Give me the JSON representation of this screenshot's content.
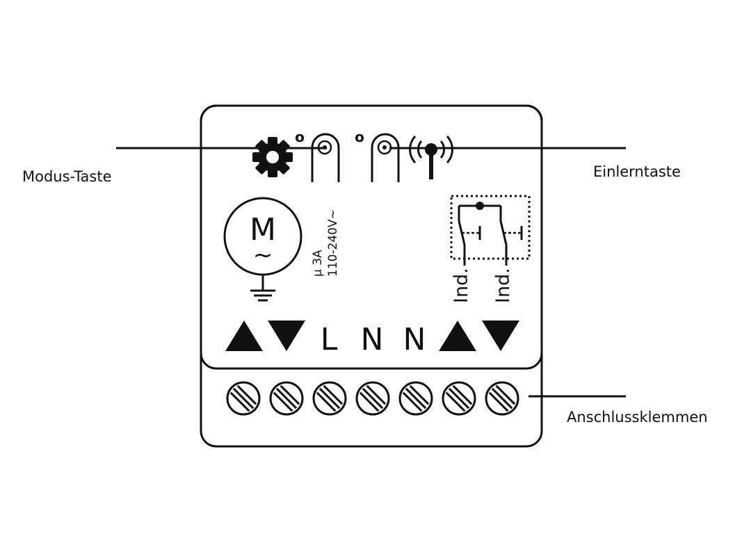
{
  "callouts": {
    "mode_button": "Modus-Taste",
    "learn_button": "Einlerntaste",
    "terminals": "Anschlussklemmen"
  },
  "device": {
    "motor_symbol": "M",
    "motor_tilde": "~",
    "rating_current": "µ 3A",
    "rating_voltage": "110-240V~",
    "button_mode_marker": "o",
    "button_learn_marker": "o",
    "indicator_left": "Ind.",
    "indicator_right": "Ind.",
    "terminal_labels": [
      "▲",
      "▼",
      "L",
      "N",
      "N",
      "▲",
      "▼"
    ],
    "terminal_count": 7
  },
  "colors": {
    "ink": "#111111",
    "background": "#ffffff"
  }
}
